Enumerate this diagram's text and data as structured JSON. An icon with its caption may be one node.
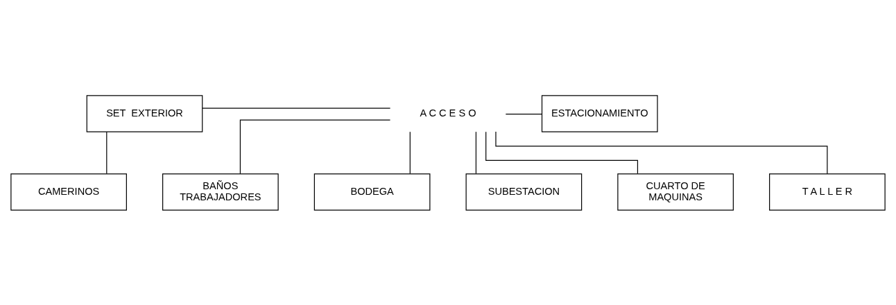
{
  "diagram": {
    "nodes": [
      {
        "text": [
          "SET  EXTERIOR"
        ]
      },
      {
        "text": [
          "A C C E S O"
        ]
      },
      {
        "text": [
          "ESTACIONAMIENTO"
        ]
      },
      {
        "text": [
          "CAMERINOS"
        ]
      },
      {
        "text": [
          "BAÑOS TRABAJADORES"
        ]
      },
      {
        "text": [
          "BODEGA"
        ]
      },
      {
        "text": [
          "SUBESTACION"
        ]
      },
      {
        "text": [
          "CUARTO DE MAQUINAS"
        ]
      },
      {
        "text": [
          "T A L L E R"
        ]
      }
    ],
    "edges": [
      {
        "from": 0,
        "to": 1,
        "arrow": "none"
      },
      {
        "from": 1,
        "to": 2,
        "arrow": "none"
      },
      {
        "from": 0,
        "to": 3,
        "arrow": "none"
      },
      {
        "from": 1,
        "to": 4,
        "arrow": "none"
      },
      {
        "from": 1,
        "to": 5,
        "arrow": "none"
      },
      {
        "from": 1,
        "to": 6,
        "arrow": "none"
      },
      {
        "from": 1,
        "to": 7,
        "arrow": "none"
      },
      {
        "from": 1,
        "to": 8,
        "arrow": "none"
      }
    ]
  }
}
